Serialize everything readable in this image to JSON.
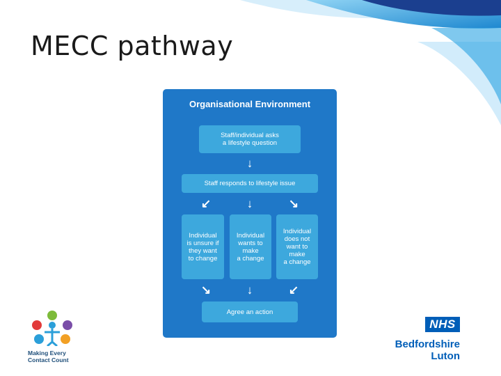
{
  "slide": {
    "title": "MECC pathway"
  },
  "diagram": {
    "heading": "Organisational Environment",
    "step_ask": "Staff/individual asks\na lifestyle question",
    "step_respond": "Staff responds to lifestyle issue",
    "options": [
      "Individual\nis unsure if\nthey want\nto change",
      "Individual\nwants to\nmake\na change",
      "Individual\ndoes not\nwant to\nmake\na change"
    ],
    "step_agree": "Agree an action"
  },
  "mecc_logo": {
    "text": "Making Every\nContact Count"
  },
  "nhs": {
    "badge": "NHS",
    "trust": "Bedfordshire\nLuton"
  },
  "colors": {
    "panel": "#1f78c8",
    "box": "#3da8dd",
    "nhs_blue": "#005eb8"
  }
}
